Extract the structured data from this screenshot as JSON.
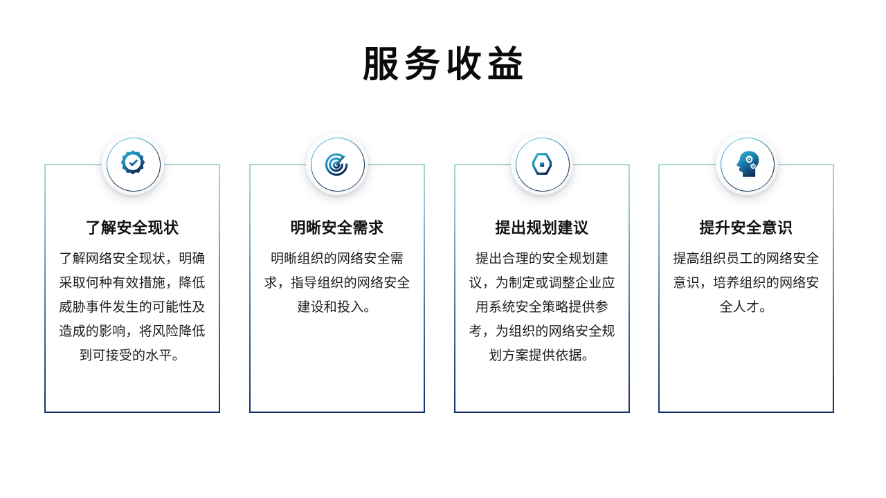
{
  "slide": {
    "title": "服务收益",
    "background_color": "#ffffff",
    "title_color": "#0a0a0a"
  },
  "theme": {
    "border_gradient_top": "#a7d8d4",
    "border_gradient_bottom": "#12306e",
    "icon_gradient_light": "#2ea8d5",
    "icon_gradient_dark": "#0d2a55",
    "body_text_color": "#1c1c1c"
  },
  "cards": [
    {
      "icon": "gear-check-icon",
      "title": "了解安全现状",
      "description": "了解网络安全现状，明确采取何种有效措施，降低威胁事件发生的可能性及造成的影响，将风险降低到可接受的水平。"
    },
    {
      "icon": "radar-target-icon",
      "title": "明晰安全需求",
      "description": "明晰组织的网络安全需求，指导组织的网络安全建设和投入。"
    },
    {
      "icon": "hexagon-core-icon",
      "title": "提出规划建议",
      "description": "提出合理的安全规划建议，为制定或调整企业应用系统安全策略提供参考，为组织的网络安全规划方案提供依据。"
    },
    {
      "icon": "head-gears-icon",
      "title": "提升安全意识",
      "description": "提高组织员工的网络安全意识，培养组织的网络安全人才。"
    }
  ]
}
